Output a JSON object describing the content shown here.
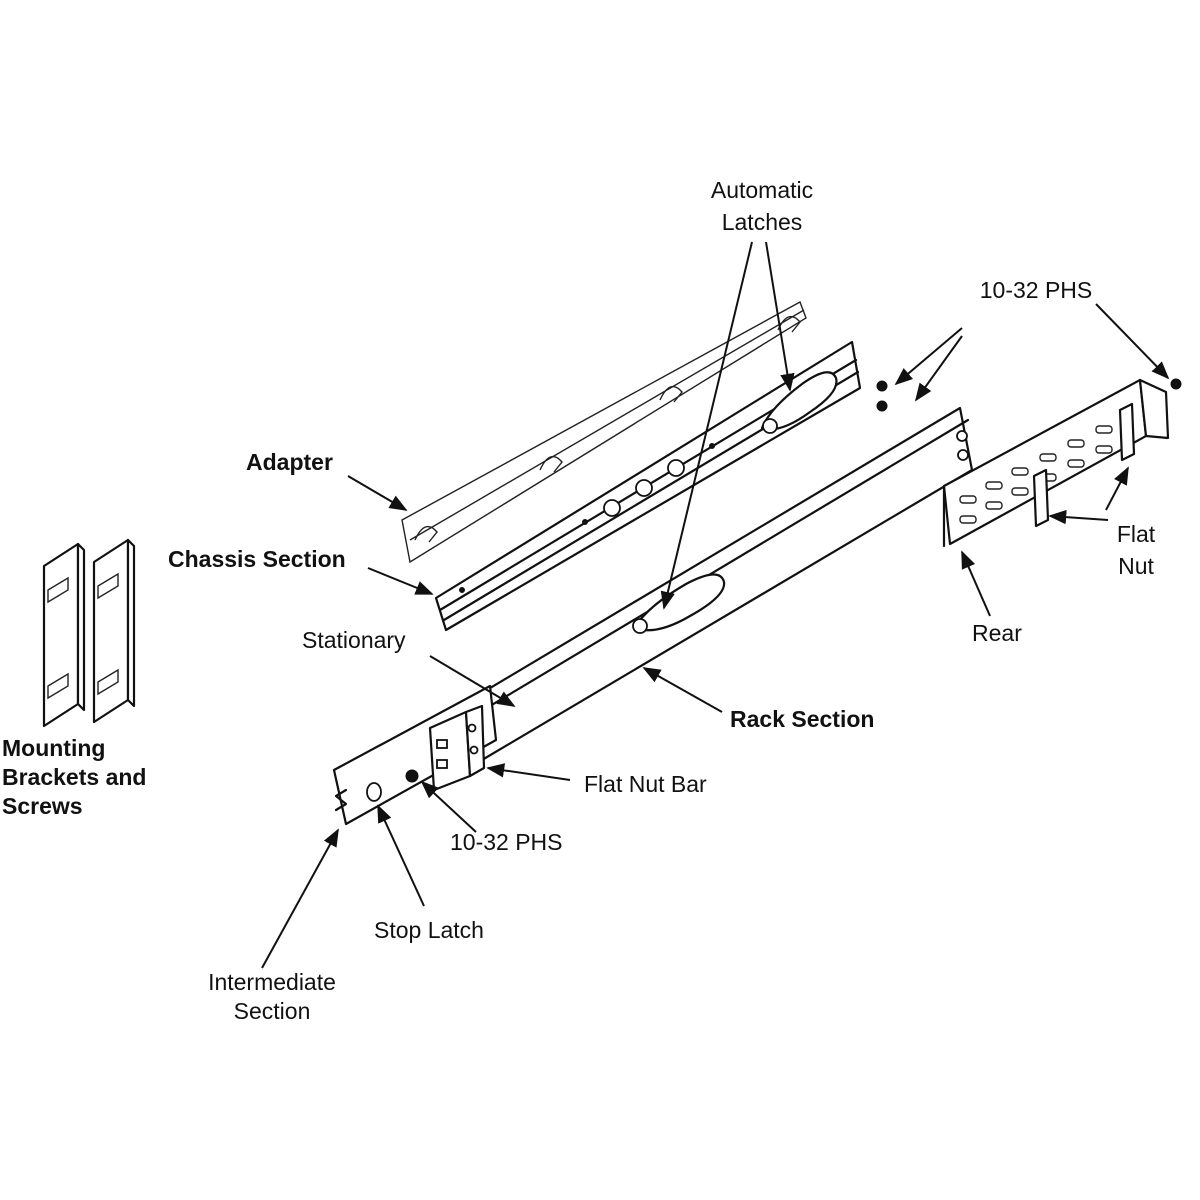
{
  "diagram": {
    "labels": {
      "automatic_latches_1": "Automatic",
      "automatic_latches_2": "Latches",
      "phs_top": "10-32 PHS",
      "adapter": "Adapter",
      "chassis_section": "Chassis Section",
      "flat_nut_1": "Flat",
      "flat_nut_2": "Nut",
      "stationary": "Stationary",
      "rear": "Rear",
      "rack_section": "Rack Section",
      "mounting_1": "Mounting",
      "mounting_2": "Brackets and",
      "mounting_3": "Screws",
      "flat_nut_bar": "Flat Nut Bar",
      "phs_bottom": "10-32 PHS",
      "stop_latch": "Stop Latch",
      "intermediate_1": "Intermediate",
      "intermediate_2": "Section"
    }
  }
}
